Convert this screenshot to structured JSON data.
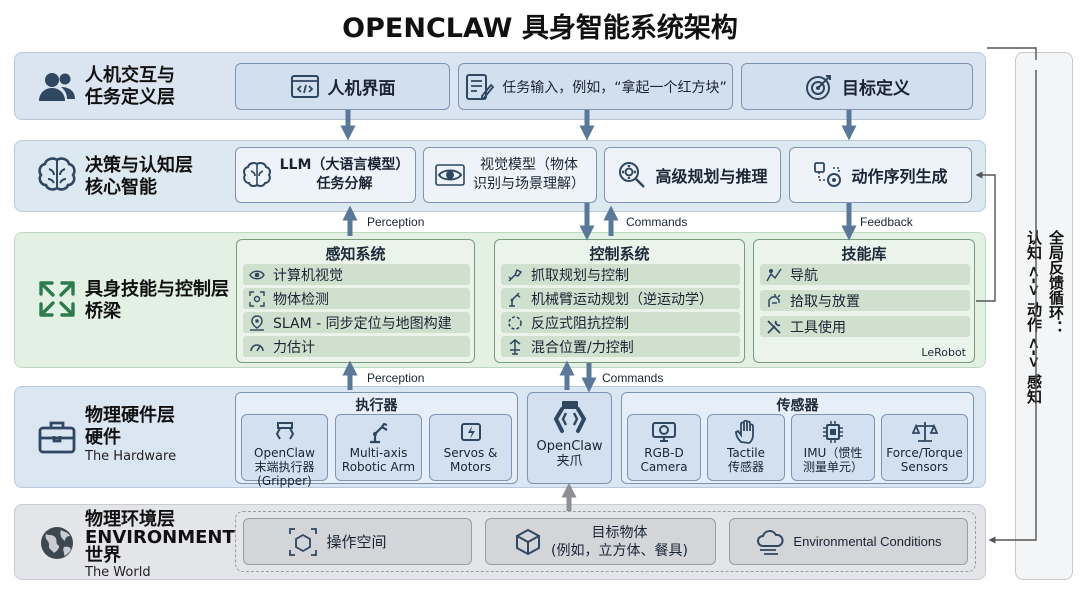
{
  "title": "OPENCLAW 具身智能系统架构",
  "layers": {
    "interaction": {
      "name_line1": "人机交互与",
      "name_line2": "任务定义层"
    },
    "decision": {
      "name_line1": "决策与认知层",
      "name_line2": "核心智能"
    },
    "skill": {
      "name_line1": "具身技能与控制层",
      "name_line2": "桥梁"
    },
    "hardware": {
      "name_line1": "物理硬件层",
      "name_line2": "硬件",
      "name_en": "The Hardware"
    },
    "environment": {
      "name_line1": "物理环境层",
      "name_line2": "ENVIRONMENT",
      "name_line3": "世界",
      "name_en": "The World"
    }
  },
  "interaction_boxes": [
    {
      "label": "人机界面",
      "icon": "code-window-icon"
    },
    {
      "label": "任务输入，例如，“拿起一个红方块”",
      "icon": "edit-document-icon"
    },
    {
      "label": "目标定义",
      "icon": "target-icon"
    }
  ],
  "decision_boxes": [
    {
      "line1": "LLM（大语言模型）",
      "line2": "任务分解",
      "icon": "brain-icon"
    },
    {
      "line1": "视觉模型（物体",
      "line2": "识别与场景理解）",
      "icon": "eye-icon"
    },
    {
      "line1": "高级规划与推理",
      "line2": "",
      "icon": "gear-search-icon"
    },
    {
      "line1": "动作序列生成",
      "line2": "",
      "icon": "gears-flow-icon"
    }
  ],
  "arrow_labels": {
    "perception_upper": "Perception",
    "commands_upper": "Commands",
    "feedback": "Feedback",
    "perception_lower": "Perception",
    "commands_lower": "Commands"
  },
  "perception_system": {
    "title": "感知系统",
    "items": [
      "计算机视觉",
      "物体检测",
      "SLAM - 同步定位与地图构建",
      "力估计"
    ]
  },
  "control_system": {
    "title": "控制系统",
    "items": [
      "抓取规划与控制",
      "机械臂运动规划（逆运动学）",
      "反应式阻抗控制",
      "混合位置/力控制"
    ]
  },
  "skill_library": {
    "title": "技能库",
    "items": [
      "导航",
      "拾取与放置",
      "工具使用"
    ],
    "footer": "LeRobot"
  },
  "actuators": {
    "title": "执行器",
    "items": [
      {
        "line1": "OpenClaw",
        "line2": "末端执行器",
        "line3": "(Gripper)"
      },
      {
        "line1": "Multi-axis",
        "line2": "Robotic Arm",
        "line3": ""
      },
      {
        "line1": "Servos &",
        "line2": "Motors",
        "line3": ""
      }
    ]
  },
  "gripper": {
    "line1": "OpenClaw",
    "line2": "夹爪"
  },
  "sensors": {
    "title": "传感器",
    "items": [
      {
        "line1": "RGB-D",
        "line2": "Camera"
      },
      {
        "line1": "Tactile",
        "line2": "传感器"
      },
      {
        "line1": "IMU（惯性",
        "line2": "测量单元）"
      },
      {
        "line1": "Force/Torque",
        "line2": "Sensors"
      }
    ]
  },
  "environment_boxes": [
    {
      "line1": "操作空间",
      "line2": ""
    },
    {
      "line1": "目标物体",
      "line2": "(例如，立方体、餐具)"
    },
    {
      "line1": "Environmental Conditions",
      "line2": ""
    }
  ],
  "loop": {
    "line1": "全局反馈循环：",
    "line2": "认知 <-> 动作 <-> 感知"
  },
  "colors": {
    "arrow": "#5a7897",
    "gray_arrow": "#8d8f93",
    "dark": "#1d2a3a"
  }
}
